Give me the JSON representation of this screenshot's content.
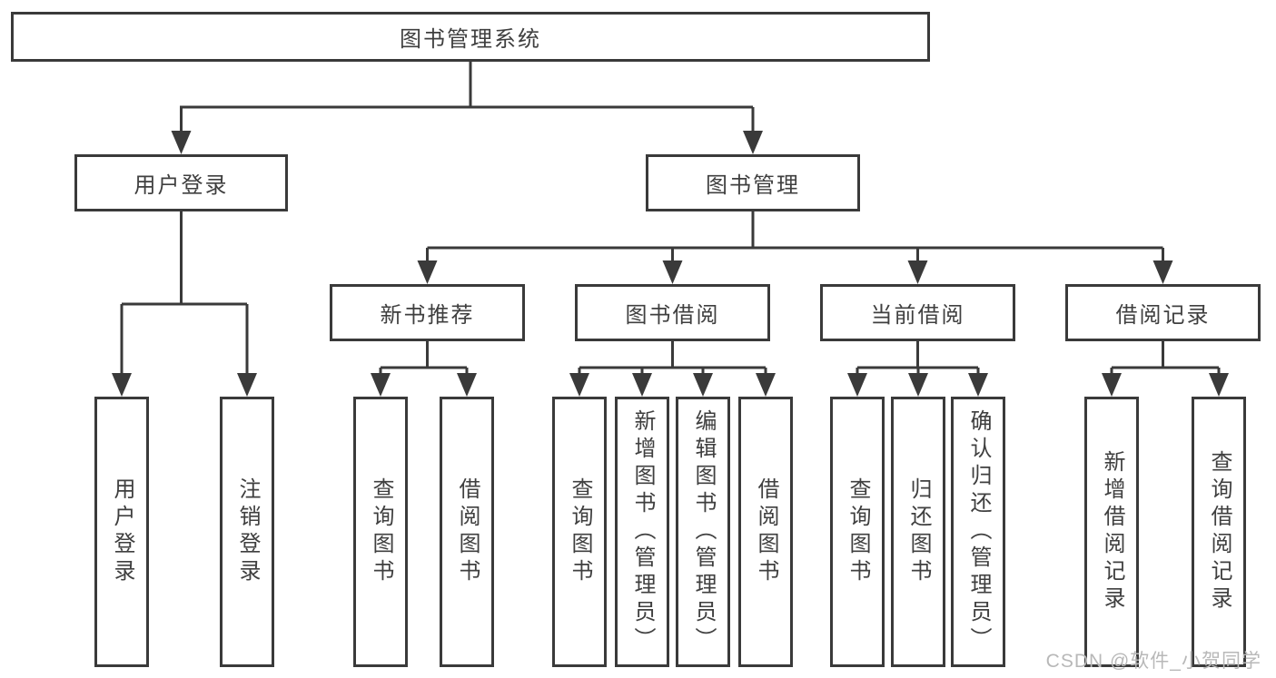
{
  "diagram": {
    "title": "图书管理系统",
    "level2": {
      "user_login": "用户登录",
      "book_management": "图书管理"
    },
    "level3": {
      "new_book": "新书推荐",
      "book_borrow": "图书借阅",
      "current_borrow": "当前借阅",
      "borrow_record": "借阅记录"
    },
    "leaves": {
      "user_login": [
        "用户登录",
        "注销登录"
      ],
      "new_book": [
        "查询图书",
        "借阅图书"
      ],
      "book_borrow": [
        "查询图书",
        "新增图书（管理员）",
        "编辑图书（管理员）",
        "借阅图书"
      ],
      "current_borrow": [
        "查询图书",
        "归还图书",
        "确认归还（管理员）"
      ],
      "borrow_record": [
        "新增借阅记录",
        "查询借阅记录"
      ]
    }
  },
  "watermark": {
    "text": "CSDN @软件_小贺同学",
    "color": "#b8b8b8"
  },
  "colors": {
    "line": "#3a3a3a",
    "text": "#3f3f3f",
    "box_fill": "#ffffff",
    "background": "#ffffff"
  }
}
